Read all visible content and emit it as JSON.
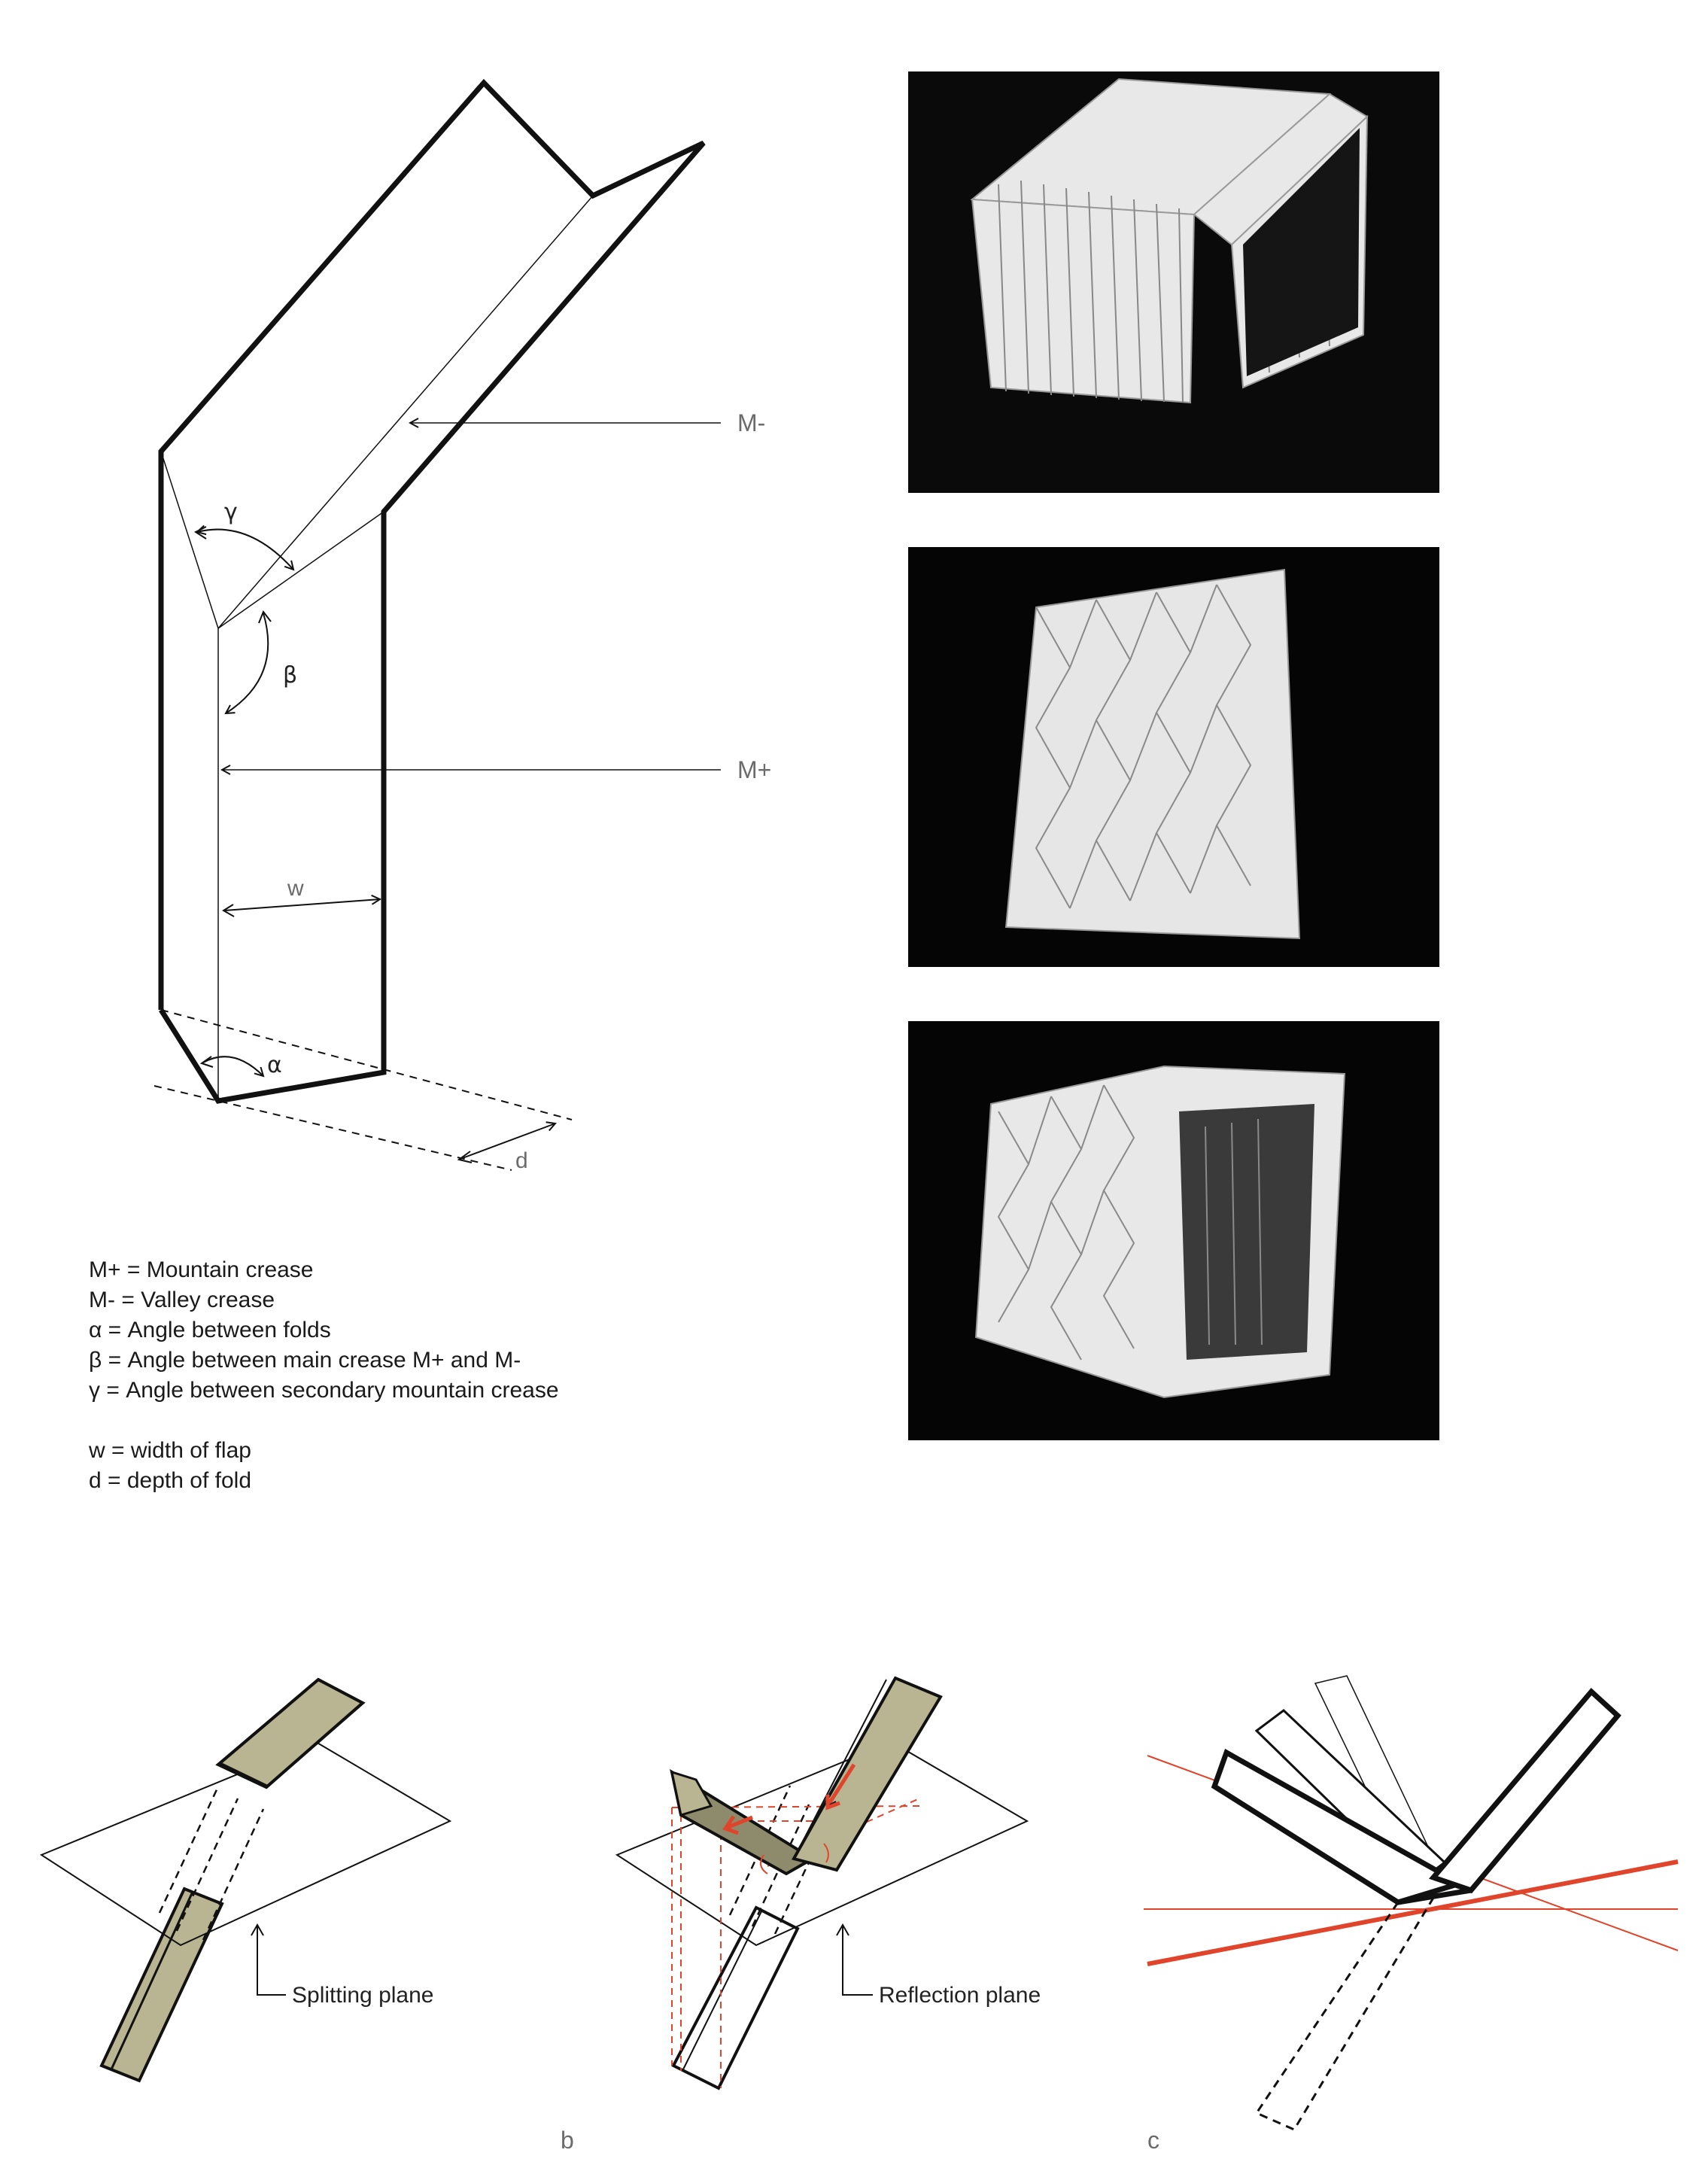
{
  "main_diagram": {
    "label_m_minus": "M-",
    "label_m_plus": "M+",
    "label_gamma": "γ",
    "label_beta": "β",
    "label_alpha": "α",
    "label_w": "w",
    "label_d": "d"
  },
  "legend": {
    "lines": [
      "M+ = Mountain crease",
      "M- = Valley crease",
      "α = Angle between folds",
      "β = Angle between main crease M+ and M-",
      "γ = Angle between secondary mountain crease"
    ],
    "lines2": [
      "w = width of flap",
      "d = depth of fold"
    ]
  },
  "bottom": {
    "splitting_label": "Splitting plane",
    "reflection_label": "Reflection plane",
    "caption_b": "b",
    "caption_c": "c"
  },
  "colors": {
    "flap_fill": "#b9b592",
    "flap_dark": "#8e8a6c",
    "red": "#e0442b",
    "line": "#111111",
    "photo_bg": "#000000"
  }
}
